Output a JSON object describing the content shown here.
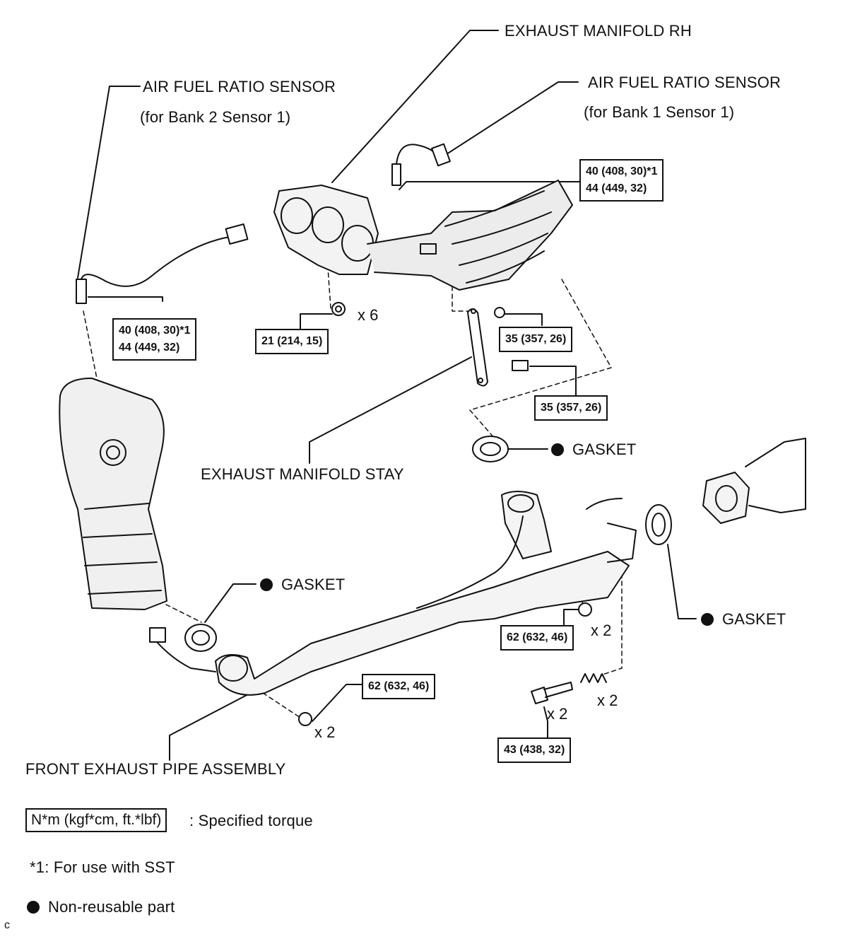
{
  "labels": {
    "exhaust_manifold_rh": "EXHAUST MANIFOLD RH",
    "af_sensor_bank2": "AIR FUEL RATIO SENSOR",
    "af_sensor_bank2_sub": "(for Bank 2 Sensor 1)",
    "af_sensor_bank1": "AIR FUEL RATIO SENSOR",
    "af_sensor_bank1_sub": "(for Bank 1 Sensor 1)",
    "exhaust_manifold_stay": "EXHAUST MANIFOLD STAY",
    "front_exhaust_pipe": "FRONT EXHAUST PIPE ASSEMBLY",
    "gasket_1": "GASKET",
    "gasket_2": "GASKET",
    "gasket_3": "GASKET"
  },
  "torque": {
    "bank1_sensor_a": "40 (408, 30)*1",
    "bank1_sensor_b": "44 (449, 32)",
    "bank2_sensor_a": "40 (408, 30)*1",
    "bank2_sensor_b": "44 (449, 32)",
    "manifold_nut": "21 (214, 15)",
    "stay_nut": "35 (357, 26)",
    "stay_bolt": "35 (357, 26)",
    "pipe_nut_rear": "62 (632, 46)",
    "pipe_nut_front": "62 (632, 46)",
    "spring_bolt": "43 (438, 32)"
  },
  "quantities": {
    "manifold_nut": "x 6",
    "pipe_nut_rear": "x 2",
    "spring": "x 2",
    "spring_bolt": "x 2",
    "pipe_nut_front": "x 2"
  },
  "legend": {
    "unit_box": "N*m (kgf*cm, ft.*lbf)",
    "unit_text": ": Specified torque",
    "note_sst": "*1: For use with SST",
    "non_reusable": "Non-reusable part",
    "corner_mark": "c"
  }
}
